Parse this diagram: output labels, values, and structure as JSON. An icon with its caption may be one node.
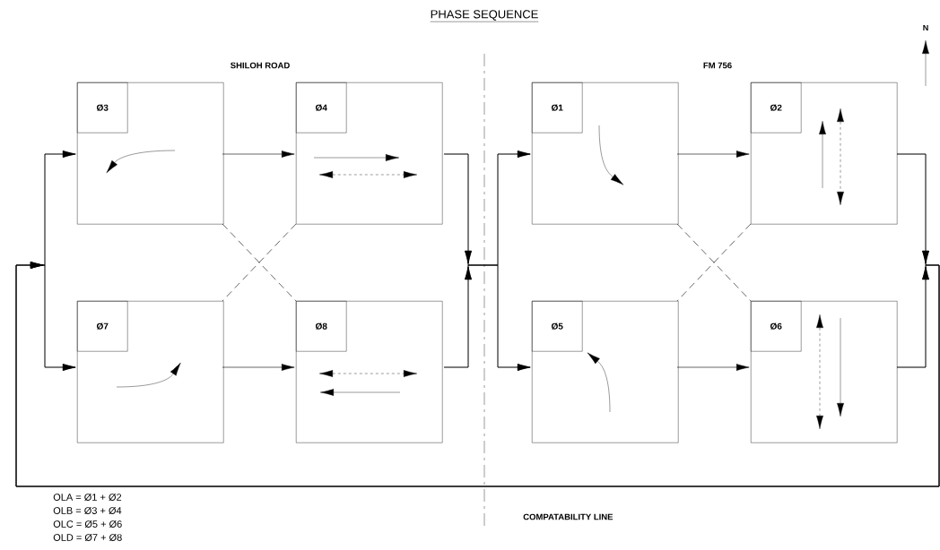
{
  "diagram": {
    "title": "PHASE SEQUENCE",
    "nodes": [
      {
        "text": [],
        "shape": "box"
      },
      {
        "text": [
          "Ø3"
        ],
        "in": 0
      },
      {
        "text": [],
        "shape": "box"
      },
      {
        "text": [
          "Ø4"
        ],
        "in": 2
      },
      {
        "text": [],
        "shape": "box"
      },
      {
        "text": [
          "Ø1"
        ],
        "in": 4
      },
      {
        "text": [],
        "shape": "box"
      },
      {
        "text": [
          "Ø2"
        ],
        "in": 6
      },
      {
        "text": [],
        "shape": "box"
      },
      {
        "text": [
          "Ø7"
        ],
        "in": 8
      },
      {
        "text": [],
        "shape": "box"
      },
      {
        "text": [
          "Ø8"
        ],
        "in": 10
      },
      {
        "text": [],
        "shape": "box"
      },
      {
        "text": [
          "Ø5"
        ],
        "in": 12
      },
      {
        "text": [],
        "shape": "box"
      },
      {
        "text": [
          "Ø6"
        ],
        "in": 14
      }
    ],
    "edges": [
      {
        "from": 0,
        "to": 2,
        "arrow": "to"
      },
      {
        "from": 8,
        "to": 10,
        "arrow": "to"
      },
      {
        "from": 2,
        "to": 4,
        "arrow": "to"
      },
      {
        "from": 2,
        "to": 12,
        "arrow": "to"
      },
      {
        "from": 10,
        "to": 4,
        "arrow": "to"
      },
      {
        "from": 10,
        "to": 12,
        "arrow": "to"
      },
      {
        "from": 4,
        "to": 6,
        "arrow": "to"
      },
      {
        "from": 12,
        "to": 14,
        "arrow": "to"
      },
      {
        "from": 6,
        "to": 0,
        "arrow": "to"
      },
      {
        "from": 6,
        "to": 8,
        "arrow": "to"
      },
      {
        "from": 14,
        "to": 0,
        "arrow": "to"
      },
      {
        "from": 14,
        "to": 8,
        "arrow": "to"
      },
      {
        "from": 0,
        "to": 11,
        "arrow": "none",
        "style": "dashed"
      },
      {
        "from": 2,
        "to": 8,
        "arrow": "none",
        "style": "dashed"
      },
      {
        "from": 4,
        "to": 15,
        "arrow": "none",
        "style": "dashed"
      },
      {
        "from": 6,
        "to": 12,
        "arrow": "none",
        "style": "dashed"
      }
    ],
    "labels": [
      "N",
      "SHILOH ROAD",
      "FM 756",
      "OLA = Ø1 + Ø2",
      "OLB = Ø3 + Ø4",
      "OLC = Ø5 + Ø6",
      "OLD = Ø7 + Ø8",
      "COMPATABILITY LINE"
    ]
  }
}
